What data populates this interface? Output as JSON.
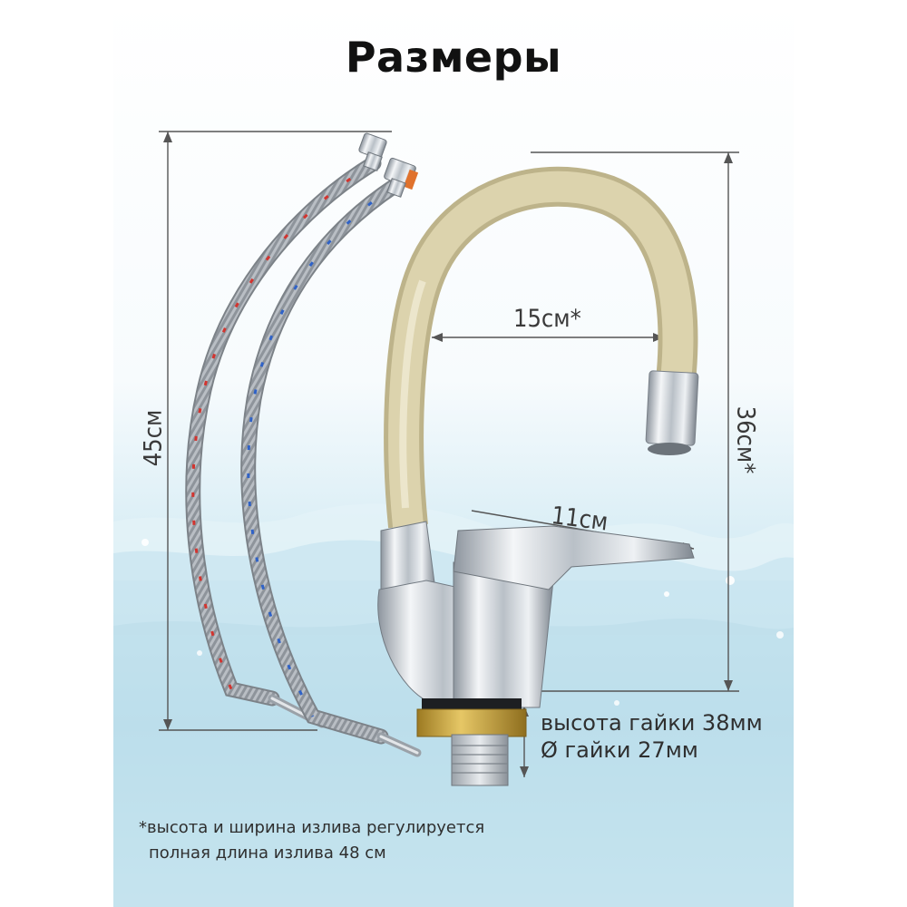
{
  "title": "Размеры",
  "dimensions": {
    "total_height": "45см",
    "spout_height": "36см*",
    "spout_reach": "15см*",
    "handle_length": "11см"
  },
  "nut": {
    "height": "высота гайки 38мм",
    "diameter": "Ø гайки 27мм"
  },
  "footnote": {
    "line1": "*высота и ширина излива регулируется",
    "line2": "полная длина излива 48 см"
  },
  "colors": {
    "background_water": "#cfe8f2",
    "spout_hose": "#d6cca4",
    "chrome": "#c9cfd6",
    "hot_marker": "#d2342f",
    "cold_marker": "#2f62c7",
    "brass": "#c9a23c"
  }
}
